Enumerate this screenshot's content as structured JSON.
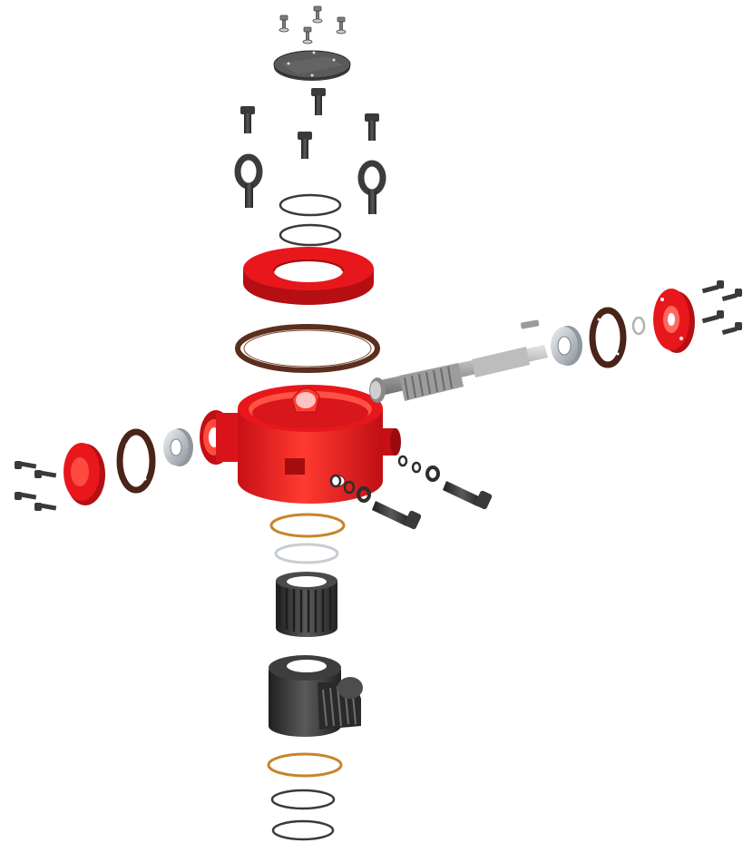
{
  "diagram": {
    "kind": "exploded-assembly",
    "text_labels": [],
    "colors": {
      "housing_red": "#e8171c",
      "housing_red_dark": "#b50f13",
      "housing_red_light": "#ff4a40",
      "hardware_dark": "#3a3a3a",
      "hardware_mid": "#555555",
      "shaft_gray": "#b7b7b7",
      "bearing_silver": "#c9ced3",
      "gasket_brown": "#5a2f1e",
      "ring_orange": "#c8842a",
      "ring_light": "#c7cdd3",
      "gear_dark": "#2f2f2f",
      "background": "#ffffff"
    },
    "parts": [
      {
        "id": "cover-screws",
        "icon": "small-screws-icon",
        "count": 4
      },
      {
        "id": "cover-plate",
        "icon": "cover-plate-icon"
      },
      {
        "id": "top-bolts",
        "icon": "hex-bolt-icon",
        "count": 4
      },
      {
        "id": "eye-bolts",
        "icon": "eye-bolt-icon",
        "count": 2
      },
      {
        "id": "top-o-rings",
        "icon": "o-ring-icon",
        "count": 2
      },
      {
        "id": "top-flange",
        "icon": "flange-ring-icon"
      },
      {
        "id": "top-gasket",
        "icon": "gasket-icon"
      },
      {
        "id": "housing",
        "icon": "housing-icon"
      },
      {
        "id": "drive-shaft",
        "icon": "shaft-icon"
      },
      {
        "id": "right-bearing",
        "icon": "bearing-icon"
      },
      {
        "id": "right-gasket",
        "icon": "gasket-icon"
      },
      {
        "id": "right-washer",
        "icon": "washer-icon"
      },
      {
        "id": "right-end-cap",
        "icon": "end-cap-icon"
      },
      {
        "id": "right-screws",
        "icon": "small-screws-icon",
        "count": 4
      },
      {
        "id": "key",
        "icon": "key-icon"
      },
      {
        "id": "left-bearing",
        "icon": "bearing-icon"
      },
      {
        "id": "left-gasket",
        "icon": "gasket-icon"
      },
      {
        "id": "left-end-cap",
        "icon": "end-cap-icon"
      },
      {
        "id": "left-screws",
        "icon": "small-screws-icon",
        "count": 4
      },
      {
        "id": "side-bolts",
        "icon": "hex-bolt-icon",
        "count": 2
      },
      {
        "id": "side-washers-nuts",
        "icon": "washer-icon",
        "count": 6
      },
      {
        "id": "lower-ring-orange",
        "icon": "o-ring-icon"
      },
      {
        "id": "lower-ring-light",
        "icon": "snap-ring-icon"
      },
      {
        "id": "spline-bushing",
        "icon": "spline-bushing-icon"
      },
      {
        "id": "worm-gear",
        "icon": "worm-gear-icon"
      },
      {
        "id": "bottom-ring-orange",
        "icon": "o-ring-icon"
      },
      {
        "id": "bottom-o-rings",
        "icon": "o-ring-icon",
        "count": 2
      }
    ]
  }
}
